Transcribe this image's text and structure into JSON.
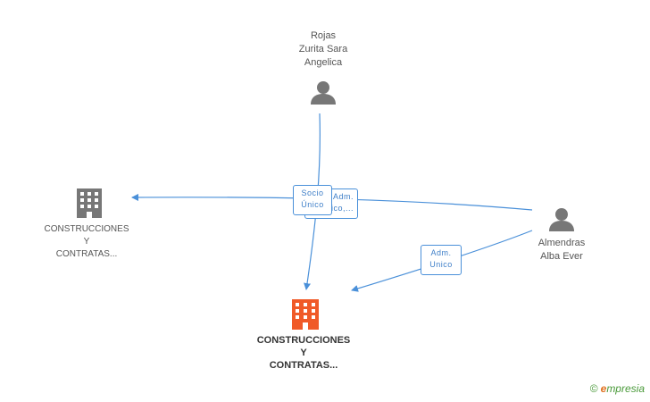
{
  "nodes": {
    "person_top": {
      "lines": [
        "Rojas",
        "Zurita Sara",
        "Angelica"
      ]
    },
    "person_right": {
      "lines": [
        "Almendras",
        "Alba Ever"
      ]
    },
    "company_left": {
      "lines": [
        "CONSTRUCCIONES",
        "Y",
        "CONTRATAS..."
      ]
    },
    "company_main": {
      "lines": [
        "CONSTRUCCIONES",
        "Y",
        "CONTRATAS..."
      ]
    }
  },
  "edges": {
    "socio_unico": [
      "Socio",
      "Único"
    ],
    "hidden_adm": [
      "Adm.",
      "Unico,..."
    ],
    "adm_unico": [
      "Adm.",
      "Unico"
    ]
  },
  "colors": {
    "edge": "#4a90d9",
    "person_icon": "#777777",
    "company_icon": "#777777",
    "main_company_icon": "#f05a28"
  },
  "footer": {
    "copyright": "©",
    "brand_initial": "e",
    "brand_rest": "mpresia"
  }
}
